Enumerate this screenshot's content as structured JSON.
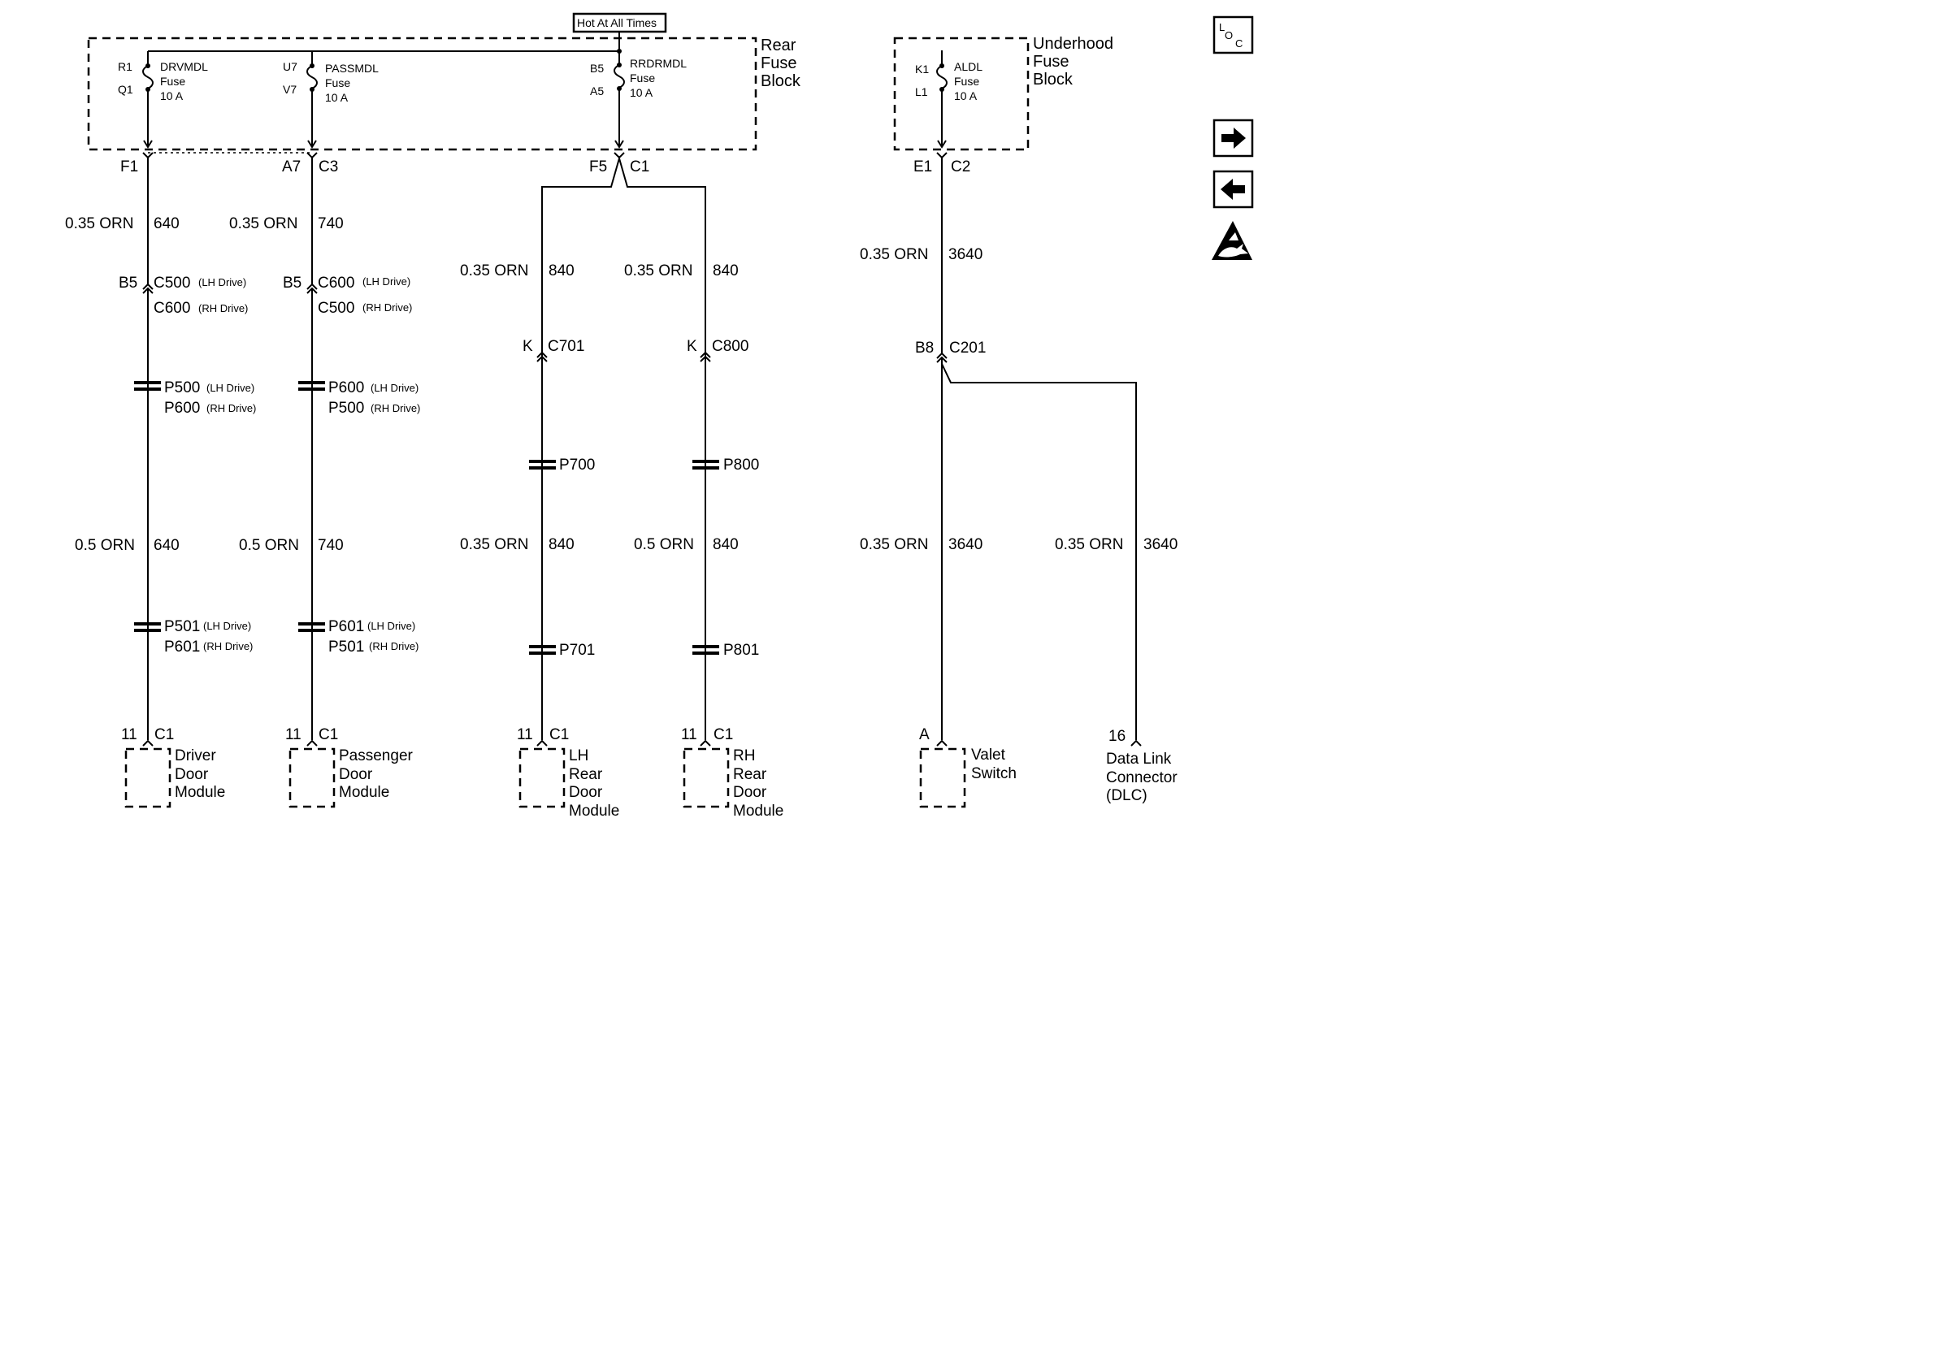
{
  "header": {
    "hot_label": "Hot At All Times"
  },
  "rear_fuse_block": {
    "title_lines": [
      "Rear",
      "Fuse",
      "Block"
    ],
    "fuses": [
      {
        "top_pin": "R1",
        "bottom_pin": "Q1",
        "name": "DRVMDL",
        "word": "Fuse",
        "rating": "10 A"
      },
      {
        "top_pin": "U7",
        "bottom_pin": "V7",
        "name": "PASSMDL",
        "word": "Fuse",
        "rating": "10 A"
      },
      {
        "top_pin": "B5",
        "bottom_pin": "A5",
        "name": "RRDRMDL",
        "word": "Fuse",
        "rating": "10 A"
      }
    ]
  },
  "underhood_fuse_block": {
    "title_lines": [
      "Underhood",
      "Fuse",
      "Block"
    ],
    "fuse": {
      "top_pin": "K1",
      "bottom_pin": "L1",
      "name": "ALDL",
      "word": "Fuse",
      "rating": "10 A"
    }
  },
  "circuits": {
    "driver": {
      "conn_top": {
        "pin": "F1",
        "conn": ""
      },
      "wire1": {
        "gauge": "0.35 ORN",
        "num": "640"
      },
      "inline": {
        "pin": "B5",
        "conn": "C500",
        "conn_note": "(LH Drive)",
        "alt": "C600",
        "alt_note": "(RH Drive)"
      },
      "splice1": {
        "name": "P500",
        "note": "(LH Drive)",
        "alt": "P600",
        "alt_note": "(RH Drive)"
      },
      "wire2": {
        "gauge": "0.5 ORN",
        "num": "640"
      },
      "splice2": {
        "name": "P501",
        "note": "(LH Drive)",
        "alt": "P601",
        "alt_note": "(RH Drive)"
      },
      "end_conn": {
        "pin": "11",
        "conn": "C1"
      },
      "component_lines": [
        "Driver",
        "Door",
        "Module"
      ]
    },
    "passenger": {
      "conn_top": {
        "pin": "A7",
        "conn": "C3"
      },
      "wire1": {
        "gauge": "0.35 ORN",
        "num": "740"
      },
      "inline": {
        "pin": "B5",
        "conn": "C600",
        "conn_note": "(LH Drive)",
        "alt": "C500",
        "alt_note": "(RH Drive)"
      },
      "splice1": {
        "name": "P600",
        "note": "(LH Drive)",
        "alt": "P500",
        "alt_note": "(RH Drive)"
      },
      "wire2": {
        "gauge": "0.5 ORN",
        "num": "740"
      },
      "splice2": {
        "name": "P601",
        "note": "(LH Drive)",
        "alt": "P501",
        "alt_note": "(RH Drive)"
      },
      "end_conn": {
        "pin": "11",
        "conn": "C1"
      },
      "component_lines": [
        "Passenger",
        "Door",
        "Module"
      ]
    },
    "rear_split": {
      "pin": "F5",
      "conn": "C1"
    },
    "lh_rear": {
      "wire1": {
        "gauge": "0.35 ORN",
        "num": "840"
      },
      "inline": {
        "pin": "K",
        "conn": "C701"
      },
      "splice1": {
        "name": "P700"
      },
      "wire2": {
        "gauge": "0.35 ORN",
        "num": "840"
      },
      "splice2": {
        "name": "P701"
      },
      "end_conn": {
        "pin": "11",
        "conn": "C1"
      },
      "component_lines": [
        "LH",
        "Rear",
        "Door",
        "Module"
      ]
    },
    "rh_rear": {
      "wire1": {
        "gauge": "0.35 ORN",
        "num": "840"
      },
      "inline": {
        "pin": "K",
        "conn": "C800"
      },
      "splice1": {
        "name": "P800"
      },
      "wire2": {
        "gauge": "0.5 ORN",
        "num": "840"
      },
      "splice2": {
        "name": "P801"
      },
      "end_conn": {
        "pin": "11",
        "conn": "C1"
      },
      "component_lines": [
        "RH",
        "Rear",
        "Door",
        "Module"
      ]
    },
    "aldl": {
      "conn_top": {
        "pin": "E1",
        "conn": "C2"
      },
      "wire1": {
        "gauge": "0.35 ORN",
        "num": "3640"
      },
      "inline": {
        "pin": "B8",
        "conn": "C201"
      },
      "valet_wire": {
        "gauge": "0.35 ORN",
        "num": "3640"
      },
      "valet_pin": "A",
      "valet_lines": [
        "Valet",
        "Switch"
      ],
      "dlc_wire": {
        "gauge": "0.35 ORN",
        "num": "3640"
      },
      "dlc_pin": "16",
      "dlc_lines": [
        "Data Link",
        "Connector",
        "(DLC)"
      ]
    }
  },
  "sidebar": {
    "loc": {
      "l": "L",
      "o": "O",
      "c": "C"
    },
    "icons": [
      "loc-icon",
      "arrow-right-icon",
      "arrow-left-icon",
      "esd-warning-icon"
    ]
  }
}
